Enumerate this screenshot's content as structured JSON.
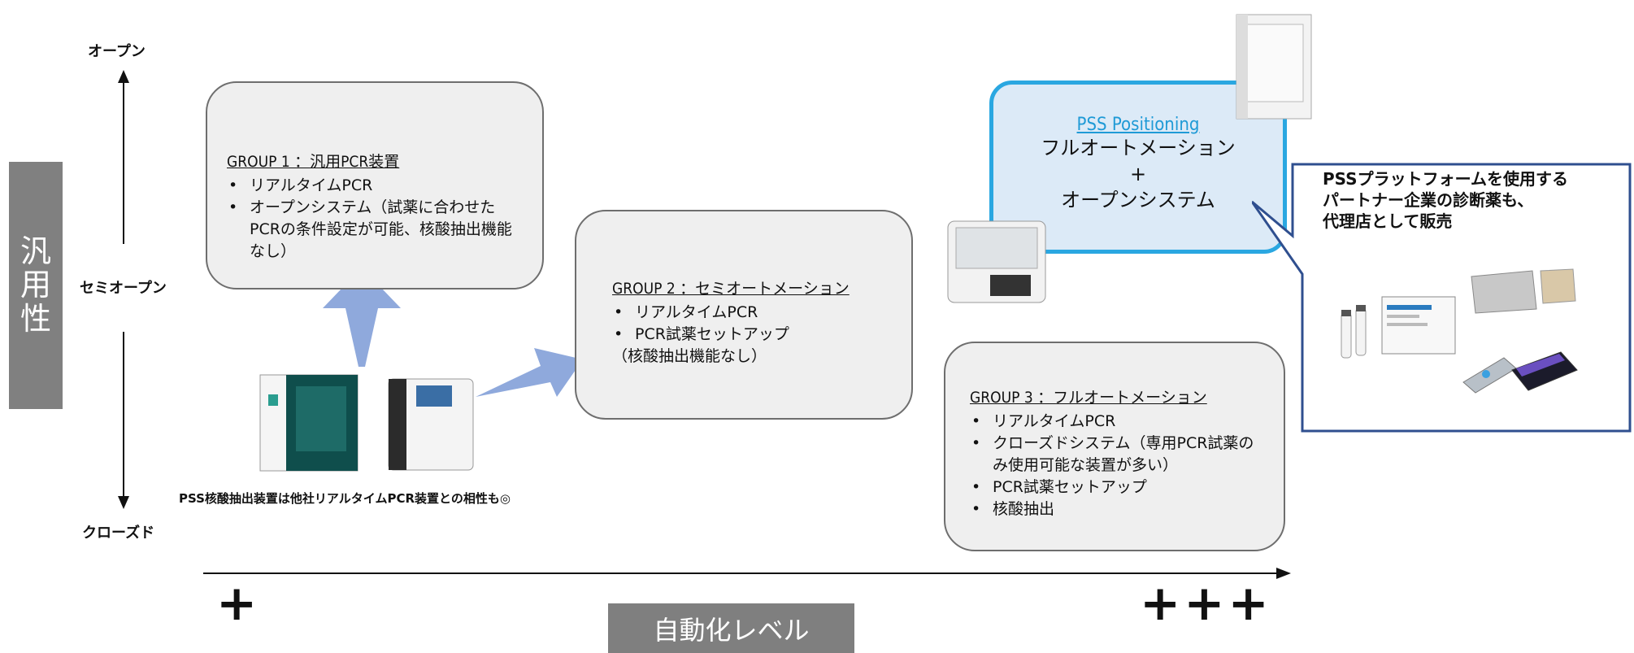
{
  "y_axis": {
    "label_chars": [
      "汎",
      "用",
      "性"
    ],
    "top": "オープン",
    "middle": "セミオープン",
    "bottom": "クローズド"
  },
  "x_axis": {
    "label": "自動化レベル",
    "low": "+",
    "high": "+++"
  },
  "group1": {
    "title": "GROUP 1 ：汎用PCR装置",
    "items": [
      "リアルタイムPCR",
      "オープンシステム（試薬に合わせたPCRの条件設定が可能、核酸抽出機能なし）"
    ]
  },
  "group2": {
    "title": "GROUP 2 ：セミオートメーション",
    "items": [
      "リアルタイムPCR",
      "PCR試薬セットアップ"
    ],
    "note": "（核酸抽出機能なし）"
  },
  "group3": {
    "title": "GROUP 3 ：フルオートメーション",
    "items": [
      "リアルタイムPCR",
      "クローズドシステム（専用PCR試薬のみ使用可能な装置が多い）",
      "PCR試薬セットアップ",
      "核酸抽出"
    ]
  },
  "pss": {
    "title": "PSS Positioning",
    "line1": "フルオートメーション",
    "plus": "+",
    "line2": "オープンシステム"
  },
  "callout": {
    "lines": [
      "PSSプラットフォームを使用する",
      "パートナー企業の診断薬も、",
      "代理店として販売"
    ]
  },
  "caption": "PSS核酸抽出装置は他社リアルタイムPCR装置との相性も◎",
  "colors": {
    "accent_blue": "#2aa7e1",
    "pss_fill": "#dceaf7",
    "arrow_fill": "#8fa9dc",
    "box_fill": "#efefef",
    "label_gray": "#808080"
  }
}
